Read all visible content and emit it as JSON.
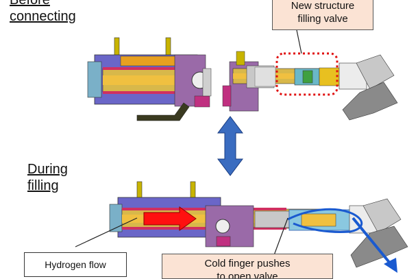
{
  "labels": {
    "before_line1": "Before",
    "before_line2": "connecting",
    "during_line1": "During",
    "during_line2": "filling"
  },
  "callouts": {
    "new_structure_line1": "New structure",
    "new_structure_line2": "filling valve",
    "hydrogen_flow": "Hydrogen flow",
    "cold_finger_line1": "Cold finger pushes",
    "cold_finger_line2": "to open valve"
  }
}
